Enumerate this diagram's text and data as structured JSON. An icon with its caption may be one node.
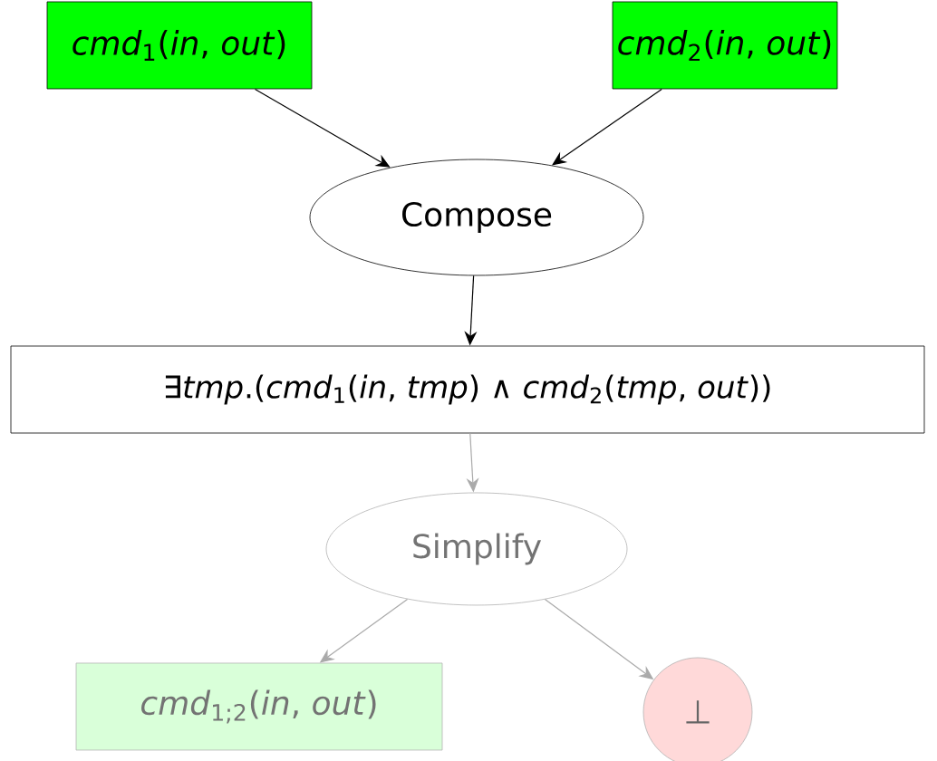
{
  "diagram": {
    "nodes": [
      {
        "text": [
          "*cmd*$_{1}$(*in*, *out*)"
        ]
      },
      {
        "text": [
          "*cmd*$_{2}$(*in*, *out*)"
        ]
      },
      {
        "text": [
          "Compose"
        ]
      },
      {
        "text": [
          "∃*tmp*.(*cmd*$_{1}$(*in*, *tmp*) ∧ *cmd*$_{2}$(*tmp*, *out*))"
        ]
      },
      {
        "text": [
          "Simplify"
        ]
      },
      {
        "text": [
          "*cmd*$_{1;2}$(*in*, *out*)"
        ]
      },
      {
        "text": [
          "⊥"
        ]
      }
    ],
    "edges": [
      {
        "from": 0,
        "to": 2,
        "arrow": "to"
      },
      {
        "from": 1,
        "to": 2,
        "arrow": "to"
      },
      {
        "from": 2,
        "to": 3,
        "arrow": "to"
      },
      {
        "from": 3,
        "to": 4,
        "arrow": "to",
        "color": "#aaaaaa"
      },
      {
        "from": 4,
        "to": 5,
        "arrow": "to",
        "color": "#aaaaaa"
      },
      {
        "from": 4,
        "to": 6,
        "arrow": "to",
        "color": "#aaaaaa"
      }
    ]
  }
}
